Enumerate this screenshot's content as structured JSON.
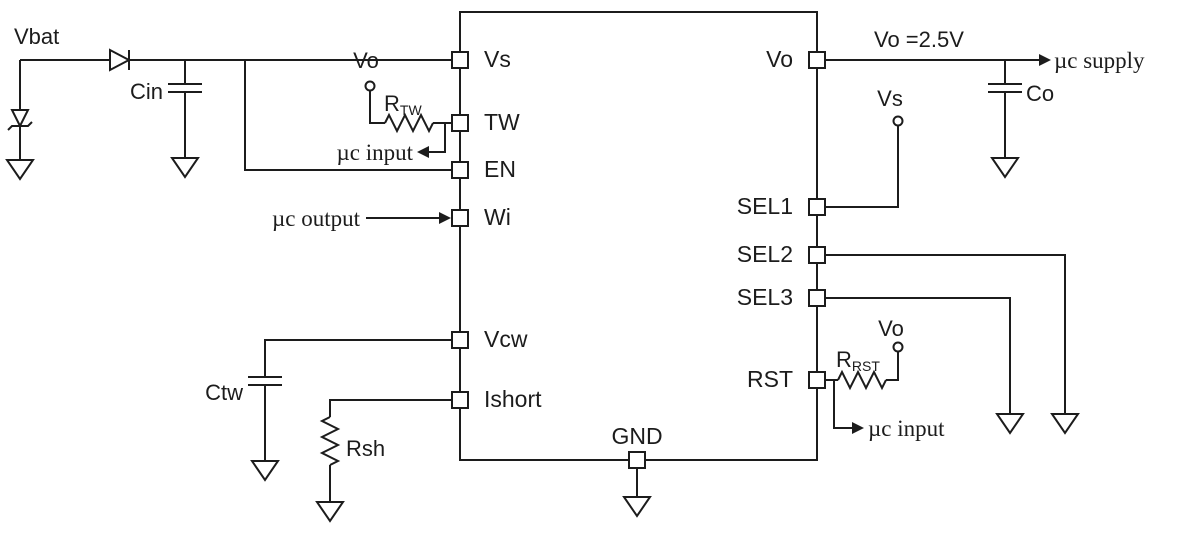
{
  "ic": {
    "left_pins": [
      "Vs",
      "TW",
      "EN",
      "Wi",
      "Vcw",
      "Ishort"
    ],
    "right_pins": [
      "Vo",
      "SEL1",
      "SEL2",
      "SEL3",
      "RST"
    ],
    "bottom_pin": "GND"
  },
  "labels": {
    "vbat": "Vbat",
    "cin": "Cin",
    "vo_tw": "Vo",
    "rtw": {
      "main": "R",
      "sub": "TW"
    },
    "uc_input_tw": "µc input",
    "uc_output": "µc output",
    "ctw": "Ctw",
    "rsh": "Rsh",
    "vo_out": "Vo =2.5V",
    "uc_supply": "µc supply",
    "co": "Co",
    "vs_sel1": "Vs",
    "vo_rst": "Vo",
    "rrst": {
      "main": "R",
      "sub": "RST"
    },
    "uc_input_rst": "µc input"
  },
  "colors": {
    "line": "#1c1c1c",
    "background": "#ffffff"
  }
}
